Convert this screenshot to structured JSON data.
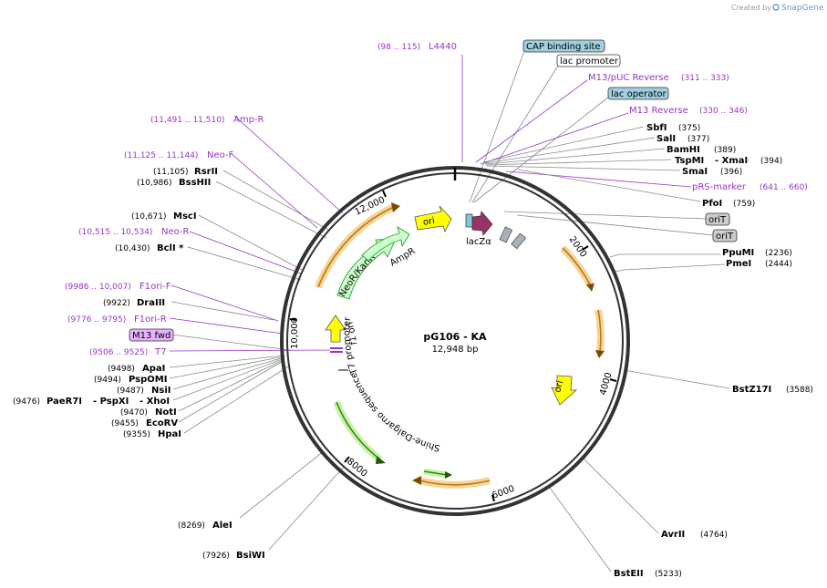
{
  "credit": "Created by",
  "brand": "SnapGene",
  "plasmid": {
    "name": "pG106 - KA",
    "size": "12,948 bp"
  },
  "colors": {
    "primer": "#9933cc",
    "orange": "#f0a830",
    "green": "#7ac943",
    "ori": "#ffff00",
    "lacz": "#993366",
    "light_green": "#ccffcc",
    "cap": "#a0d0e0"
  },
  "ticks": [
    "2000",
    "4000",
    "6000",
    "8000",
    "10,000",
    "12,000"
  ],
  "boxed_labels": {
    "cap": "CAP binding site",
    "lac_promoter": "lac promoter",
    "lac_operator": "lac operator",
    "orit1": "oriT",
    "orit2": "oriT",
    "m13fwd": "M13 fwd"
  },
  "primers": {
    "l4440": {
      "pos": "(98 .. 115)",
      "name": "L4440"
    },
    "m13puc": {
      "name": "M13/pUC Reverse",
      "pos": "(311 .. 333)"
    },
    "m13rev": {
      "name": "M13 Reverse",
      "pos": "(330 .. 346)"
    },
    "prs": {
      "name": "pRS-marker",
      "pos": "(641 .. 660)"
    },
    "ampr": {
      "pos": "(11,491 .. 11,510)",
      "name": "Amp-R"
    },
    "neof": {
      "pos": "(11,125 .. 11,144)",
      "name": "Neo-F"
    },
    "neor": {
      "pos": "(10,515 .. 10,534)",
      "name": "Neo-R"
    },
    "f1f": {
      "pos": "(9986 .. 10,007)",
      "name": "F1ori-F"
    },
    "f1r": {
      "pos": "(9776 .. 9795)",
      "name": "F1ori-R"
    },
    "t7": {
      "pos": "(9506 .. 9525)",
      "name": "T7"
    }
  },
  "right_sites": {
    "sbfi": {
      "name": "SbfI",
      "pos": "(375)"
    },
    "sali": {
      "name": "SalI",
      "pos": "(377)"
    },
    "bamhi": {
      "name": "BamHI",
      "pos": "(389)"
    },
    "tspmi": {
      "name": "TspMI",
      "sep": "- XmaI",
      "pos": "(394)"
    },
    "smai": {
      "name": "SmaI",
      "pos": "(396)"
    },
    "pfoi": {
      "name": "PfoI",
      "pos": "(759)"
    },
    "ppumi": {
      "name": "PpuMI",
      "pos": "(2236)"
    },
    "pmei": {
      "name": "PmeI",
      "pos": "(2444)"
    },
    "bstz17i": {
      "name": "BstZ17I",
      "pos": "(3588)"
    },
    "avrii": {
      "name": "AvrII",
      "pos": "(4764)"
    },
    "bsteii": {
      "name": "BstEII",
      "pos": "(5233)"
    }
  },
  "left_sites": {
    "rsrii": {
      "pos": "(11,105)",
      "name": "RsrII"
    },
    "bsshii": {
      "pos": "(10,986)",
      "name": "BssHII"
    },
    "msci": {
      "pos": "(10,671)",
      "name": "MscI"
    },
    "bcli": {
      "pos": "(10,430)",
      "name": "BclI *"
    },
    "draiii": {
      "pos": "(9922)",
      "name": "DraIII"
    },
    "apai": {
      "pos": "(9498)",
      "name": "ApaI"
    },
    "pspomi": {
      "pos": "(9494)",
      "name": "PspOMI"
    },
    "nsii": {
      "pos": "(9487)",
      "name": "NsiI"
    },
    "paer7i": {
      "pos": "(9476)",
      "name": "PaeR7I",
      "sep1": "- PspXI",
      "sep2": "- XhoI"
    },
    "noti": {
      "pos": "(9470)",
      "name": "NotI"
    },
    "ecorv": {
      "pos": "(9455)",
      "name": "EcoRV"
    },
    "hpai": {
      "pos": "(9355)",
      "name": "HpaI"
    },
    "alei": {
      "pos": "(8269)",
      "name": "AleI"
    },
    "bsiwi": {
      "pos": "(7926)",
      "name": "BsiWI"
    }
  },
  "features": {
    "ori_top": "ori",
    "lacza": "lacZα",
    "neor_kanr": "NeoR/KanR",
    "ampr": "AmpR",
    "f1_ori": "f1 ori",
    "t7_promoter": "T7 promoter",
    "shine_dalgarno": "Shine-Dalgarno sequence",
    "ori_right": "ori"
  }
}
